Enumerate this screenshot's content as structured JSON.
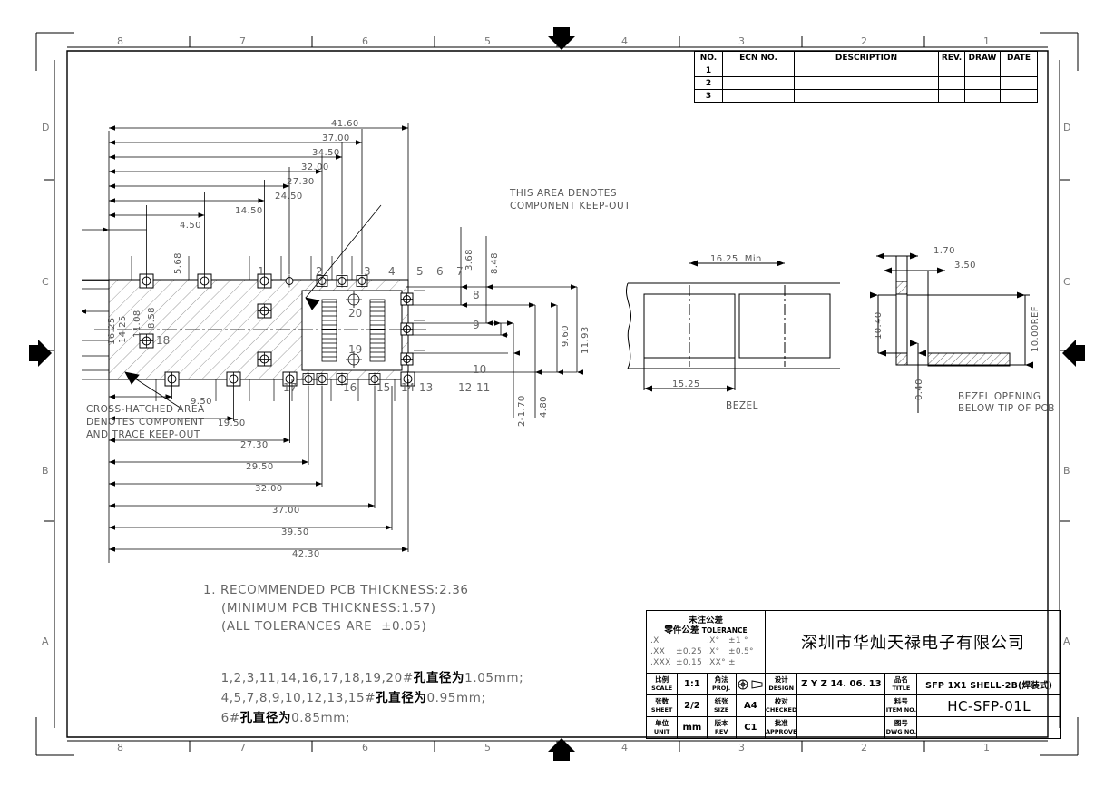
{
  "sheet": {
    "zones_top": [
      "8",
      "7",
      "6",
      "5",
      "4",
      "3",
      "2",
      "1"
    ],
    "zones_bottom": [
      "8",
      "7",
      "6",
      "5",
      "4",
      "3",
      "2",
      "1"
    ],
    "zones_left": [
      "D",
      "C",
      "B",
      "A"
    ],
    "zones_right": [
      "D",
      "C",
      "B",
      "A"
    ]
  },
  "ecn_table": {
    "headers": [
      "NO.",
      "ECN NO.",
      "DESCRIPTION",
      "REV.",
      "DRAW",
      "DATE"
    ],
    "rows": [
      {
        "no": "1",
        "ecn": "",
        "description": "",
        "rev": "",
        "draw": "",
        "date": ""
      },
      {
        "no": "2",
        "ecn": "",
        "description": "",
        "rev": "",
        "draw": "",
        "date": ""
      },
      {
        "no": "3",
        "ecn": "",
        "description": "",
        "rev": "",
        "draw": "",
        "date": ""
      }
    ]
  },
  "main_view": {
    "top_dims": [
      "41.60",
      "37.00",
      "34.50",
      "32.00",
      "27.30",
      "24.50",
      "14.50",
      "4.50"
    ],
    "bottom_dims": [
      "9.50",
      "19.50",
      "27.30",
      "29.50",
      "32.00",
      "37.00",
      "39.50",
      "42.30"
    ],
    "left_dims": [
      "16.25",
      "14.25",
      "11.08",
      "8.58",
      "5.68"
    ],
    "right_dims": [
      "3.68",
      "8.48",
      "11.93",
      "9.60",
      "4.80",
      "2-1.70"
    ],
    "pins_top": [
      "1",
      "2",
      "3",
      "4",
      "5",
      "6",
      "7"
    ],
    "pins_right": [
      "8",
      "9",
      "10"
    ],
    "pins_bottom": [
      "17",
      "16",
      "15",
      "14",
      "13",
      "12",
      "11"
    ],
    "pins_inner": [
      "20",
      "18",
      "19"
    ],
    "keepout_callout": [
      "THIS AREA DENOTES",
      "COMPONENT KEEP-OUT"
    ],
    "hatch_callout": [
      "CROSS-HATCHED AREA",
      "DENOTES COMPONENT",
      "AND TRACE KEEP-OUT"
    ]
  },
  "bezel_view": {
    "label": "BEZEL",
    "dim_top": "16.25  Min",
    "dim_bottom": "15.25"
  },
  "bezel_opening_view": {
    "caption": [
      "BEZEL OPENING",
      "BELOW TIP OF PCB"
    ],
    "dim_170": "1.70",
    "dim_350": "3.50",
    "dim_1040": "10.40",
    "dim_1000ref": "10.00REF",
    "dim_040": "0.40"
  },
  "notes": {
    "line1": "1. RECOMMENDED PCB THICKNESS:2.36",
    "line2": "(MINIMUM PCB THICKNESS:1.57)",
    "line3": "(ALL TOLERANCES ARE  ±0.05)",
    "hole_line1_pins": "1,2,3,11,14,16,17,18,19,20#",
    "hole_line1_cn": "孔直径为",
    "hole_line1_val": "1.05mm;",
    "hole_line2_pins": "4,5,7,8,9,10,12,13,15#",
    "hole_line2_cn": "孔直径为",
    "hole_line2_val": "0.95mm;",
    "hole_line3_pins": "6#",
    "hole_line3_cn": "孔直径为",
    "hole_line3_val": "0.85mm;"
  },
  "title_block": {
    "tolerance": {
      "header_cn1": "未注公差",
      "header_cn2": "零件公差",
      "header_en": "TOLERANCE",
      "rows": [
        {
          "c1": ".X",
          "c2": "",
          "c3": ".X°",
          "c4": "±1 °"
        },
        {
          "c1": ".XX",
          "c2": "±0.25",
          "c3": ".X°",
          "c4": "±0.5°"
        },
        {
          "c1": ".XXX",
          "c2": "±0.15",
          "c3": ".XX°",
          "c4": "±"
        }
      ]
    },
    "company": "深圳市华灿天禄电子有限公司",
    "scale_label_cn": "比例",
    "scale_label_en": "SCALE",
    "scale_value": "1:1",
    "proj_label_cn": "角法",
    "proj_label_en": "PROJ.",
    "proj_value": "",
    "design_label_cn": "设计",
    "design_label_en": "DESIGN",
    "design_value": "Z Y Z 14. 06. 13",
    "title_label_cn": "品名",
    "title_label_en": "TITLE",
    "title_value": "SFP 1X1 SHELL-2B(焊装式)",
    "sheet_label_cn": "张数",
    "sheet_label_en": "SHEET",
    "sheet_value": "2/2",
    "size_label_cn": "纸张",
    "size_label_en": "SIZE",
    "size_value": "A4",
    "checked_label_cn": "校对",
    "checked_label_en": "CHECKED",
    "checked_value": "",
    "item_label_cn": "料号",
    "item_label_en": "ITEM NO.",
    "item_value": "HC-SFP-01L",
    "unit_label_cn": "单位",
    "unit_label_en": "UNIT",
    "unit_value": "mm",
    "rev_label_cn": "版本",
    "rev_label_en": "REV",
    "rev_value": "C1",
    "approve_label_cn": "批准",
    "approve_label_en": "APPROVE",
    "approve_value": "",
    "dwg_label_cn": "图号",
    "dwg_label_en": "DWG NO.",
    "dwg_value": ""
  }
}
